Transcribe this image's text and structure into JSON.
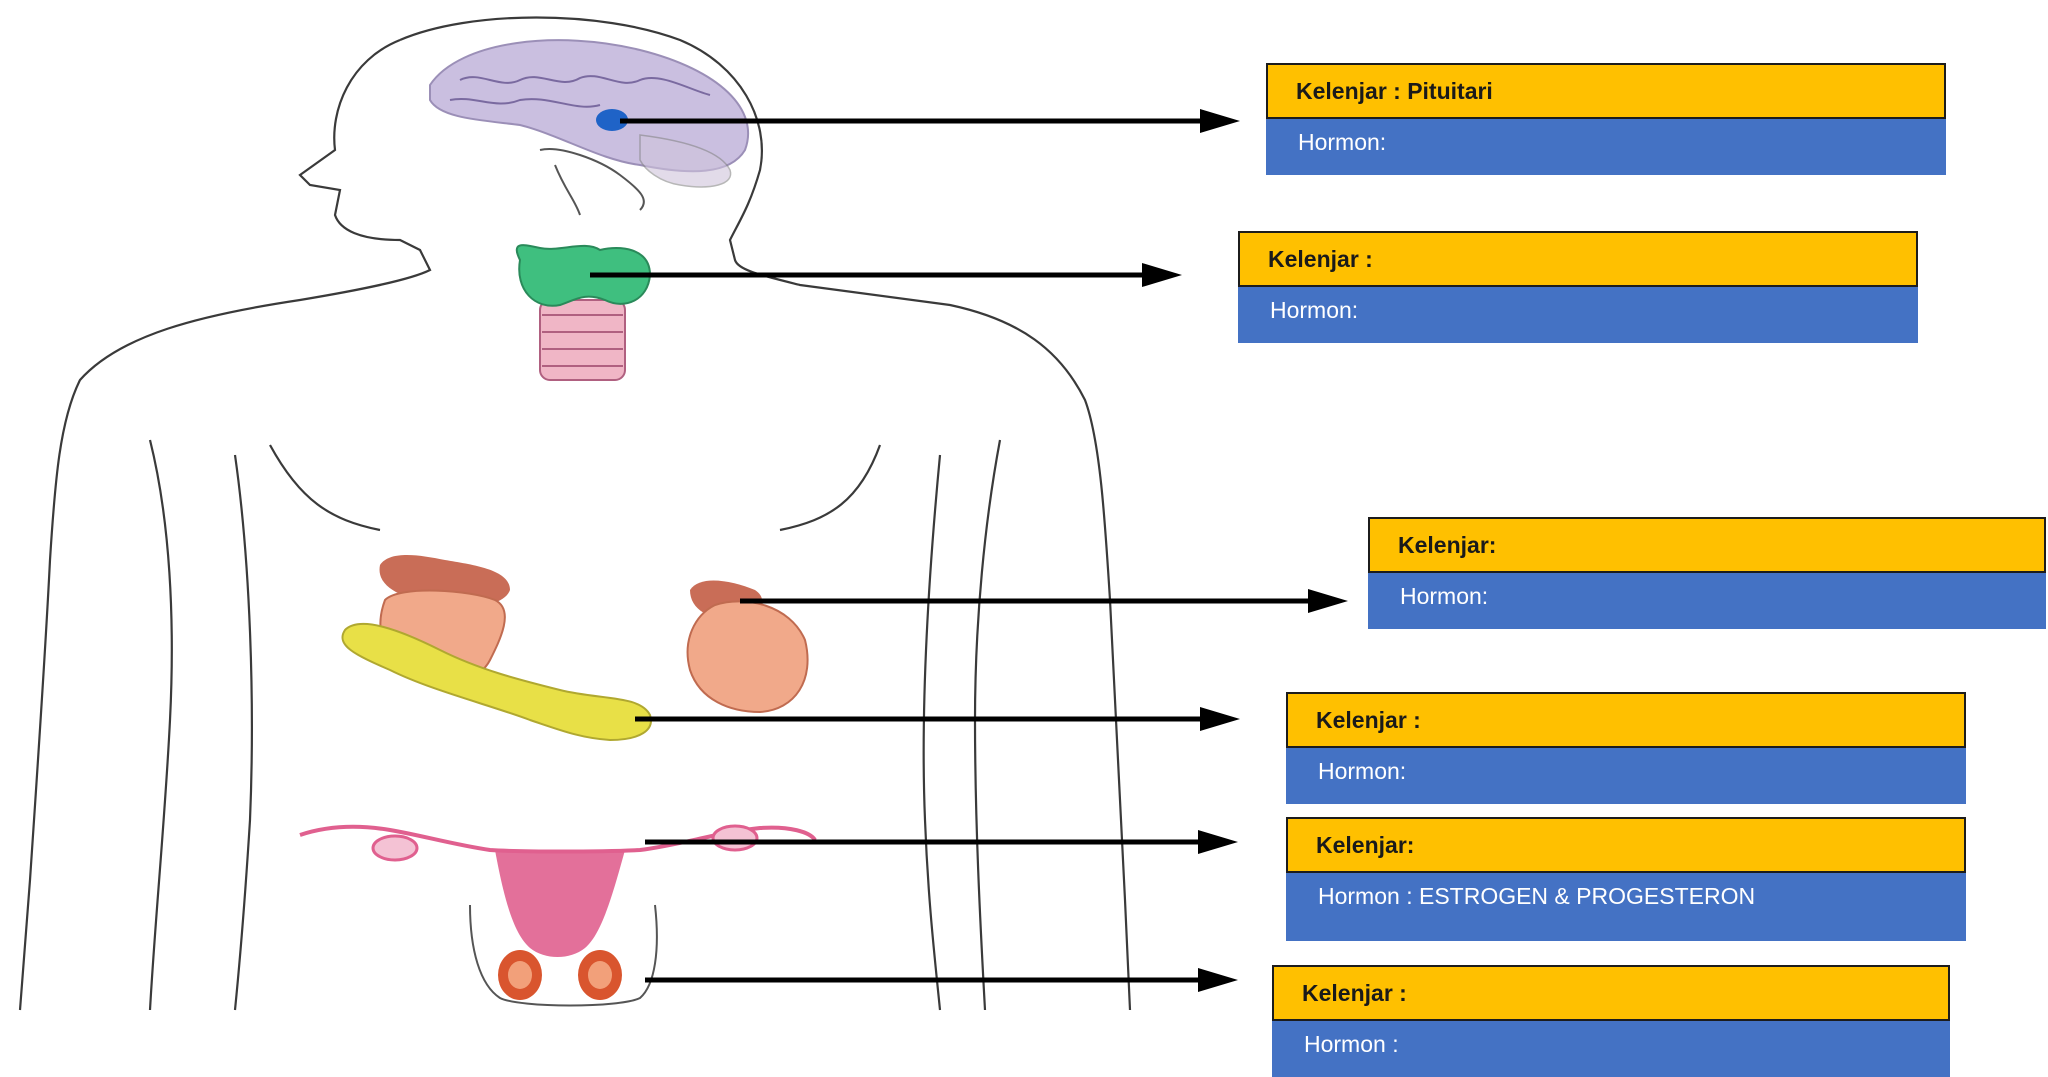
{
  "colors": {
    "gland_label_bg": "#ffc000",
    "hormone_label_bg": "#4472c4",
    "arrow": "#000000",
    "brain": "#b9aad6",
    "pituitary": "#1f63c7",
    "thyroid": "#3fbf7f",
    "trachea": "#f0b6c6",
    "adrenal": "#c0533a",
    "kidney": "#f1a98a",
    "pancreas": "#e8e047",
    "uterus": "#e0608f",
    "testis": "#d9552e"
  },
  "labels": [
    {
      "gland": "Kelenjar : Pituitari",
      "hormone": "Hormon:"
    },
    {
      "gland": "Kelenjar :",
      "hormone": "Hormon:"
    },
    {
      "gland": "Kelenjar:",
      "hormone": "Hormon:"
    },
    {
      "gland": "Kelenjar :",
      "hormone": "Hormon:"
    },
    {
      "gland": "Kelenjar:",
      "hormone": "Hormon : ESTROGEN & PROGESTERON"
    },
    {
      "gland": "Kelenjar :",
      "hormone": "Hormon :"
    }
  ]
}
